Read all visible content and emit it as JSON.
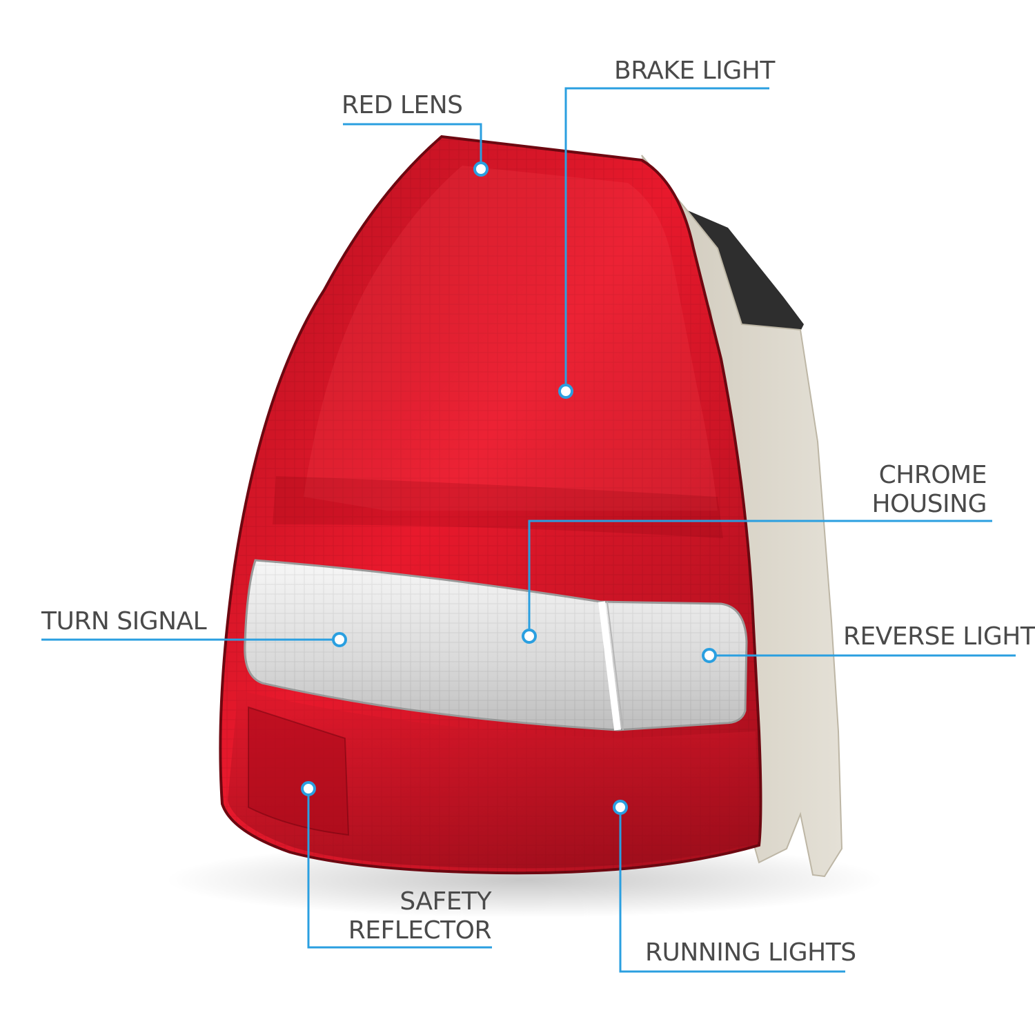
{
  "colors": {
    "accent": "#2a9fe0",
    "label_text": "#4a4a4a",
    "lens_red": "#c8102e",
    "lens_clear": "#e9e9e9",
    "housing_beige": "#d8d3c6"
  },
  "callouts": {
    "red_lens": {
      "text": "RED LENS"
    },
    "brake_light": {
      "text": "BRAKE LIGHT"
    },
    "chrome_housing": {
      "line1": "CHROME",
      "line2": "HOUSING"
    },
    "turn_signal": {
      "text": "TURN SIGNAL"
    },
    "reverse_light": {
      "text": "REVERSE LIGHT"
    },
    "safety_reflector": {
      "line1": "SAFETY",
      "line2": "REFLECTOR"
    },
    "running_lights": {
      "text": "RUNNING LIGHTS"
    }
  }
}
